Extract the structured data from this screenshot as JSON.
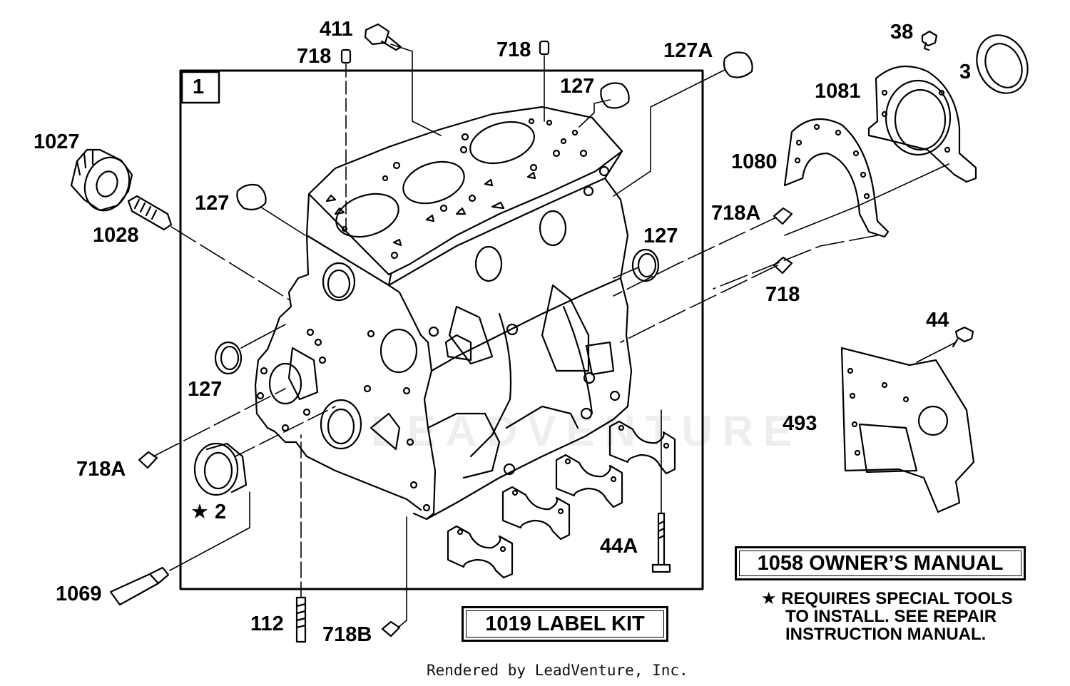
{
  "box_number": "1",
  "part_labels": [
    {
      "id": "411",
      "text": "411"
    },
    {
      "id": "718-top-left",
      "text": "718"
    },
    {
      "id": "718-top-mid",
      "text": "718"
    },
    {
      "id": "127A",
      "text": "127A"
    },
    {
      "id": "38",
      "text": "38"
    },
    {
      "id": "3",
      "text": "3"
    },
    {
      "id": "1081",
      "text": "1081"
    },
    {
      "id": "127-top",
      "text": "127"
    },
    {
      "id": "1027",
      "text": "1027"
    },
    {
      "id": "1080",
      "text": "1080"
    },
    {
      "id": "127-left",
      "text": "127"
    },
    {
      "id": "1028",
      "text": "1028"
    },
    {
      "id": "718A-right",
      "text": "718A"
    },
    {
      "id": "127-right",
      "text": "127"
    },
    {
      "id": "718-right",
      "text": "718"
    },
    {
      "id": "44",
      "text": "44"
    },
    {
      "id": "127-lower-left",
      "text": "127"
    },
    {
      "id": "493",
      "text": "493"
    },
    {
      "id": "718A-left",
      "text": "718A"
    },
    {
      "id": "2",
      "text": "★ 2"
    },
    {
      "id": "44A",
      "text": "44A"
    },
    {
      "id": "1069",
      "text": "1069"
    },
    {
      "id": "112",
      "text": "112"
    },
    {
      "id": "718B",
      "text": "718B"
    }
  ],
  "owners_manual_label": "1058 OWNER’S MANUAL",
  "label_kit": "1019 LABEL KIT",
  "note_lines": [
    "★ REQUIRES SPECIAL TOOLS",
    "TO INSTALL.  SEE REPAIR",
    "INSTRUCTION MANUAL."
  ],
  "watermark": "LEADVENTURE",
  "footer": "Rendered by LeadVenture, Inc."
}
